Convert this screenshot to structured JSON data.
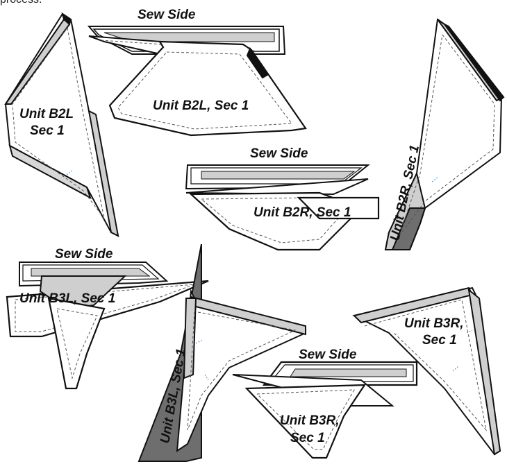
{
  "header": {
    "fragment": "process."
  },
  "labels": {
    "sew_side_1": "Sew Side",
    "sew_side_2": "Sew Side",
    "sew_side_3": "Sew Side",
    "sew_side_4": "Sew Side",
    "b2l_vertical_line1": "Unit B2L",
    "b2l_vertical_line2": "Sec 1",
    "b2l_section": "Unit B2L, Sec 1",
    "b2r_vertical": "Unit B2R, Sec 1",
    "b2r_section": "Unit B2R, Sec 1",
    "b3l_section": "Unit B3L, Sec 1",
    "b3l_vertical": "Unit B3L, Sec 1",
    "b3r_right_line1": "Unit B3R,",
    "b3r_right_line2": "Sec 1",
    "b3r_bottom_line1": "Unit B3R,",
    "b3r_bottom_line2": "Sec 1"
  },
  "colors": {
    "outline": "#111111",
    "fabric_gray": "#d4d4d4",
    "dark_fabric": "#6e6e6e",
    "seam_dash": "#555555",
    "guide_blue": "#4a90c8"
  }
}
